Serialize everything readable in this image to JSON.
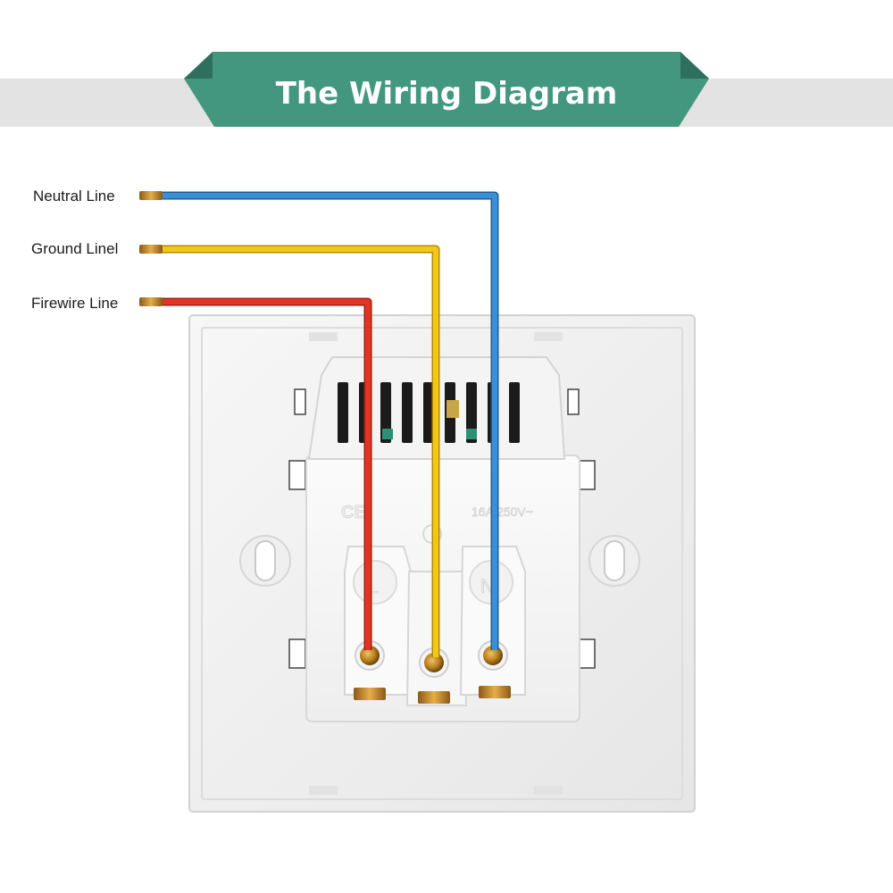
{
  "title": "The Wiring Diagram",
  "labels": {
    "neutral": "Neutral Line",
    "ground": "Ground Linel",
    "fire": "Firewire Line"
  },
  "colors": {
    "banner": "#44977f",
    "band": "#e3e3e3",
    "neutral_wire": "#3b8fd6",
    "ground_wire": "#f3c619",
    "fire_wire": "#e03424",
    "copper": "#c58a2e"
  },
  "socket": {
    "marking_rating": "16A 250V~",
    "marking_cert": "CE",
    "terminal_left": "L",
    "terminal_right": "N"
  }
}
